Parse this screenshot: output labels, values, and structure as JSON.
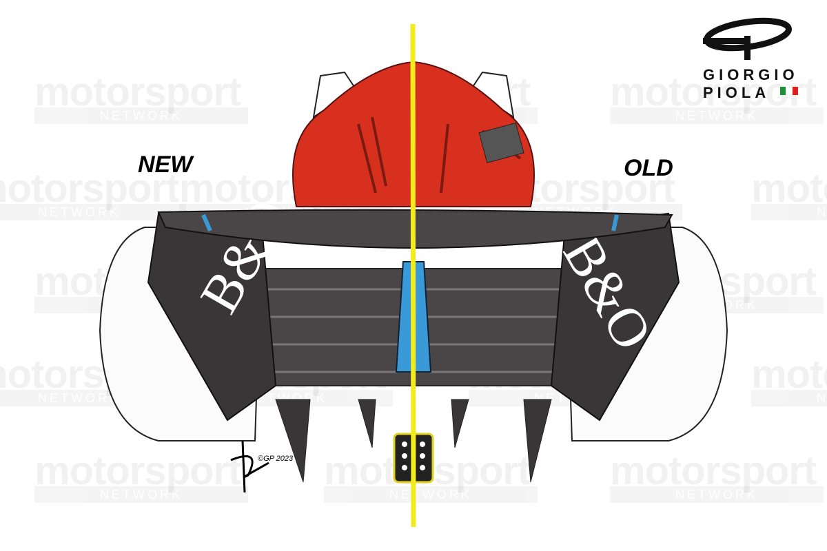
{
  "labels": {
    "left": "NEW",
    "right": "OLD"
  },
  "logo": {
    "line1": "GIORGIO",
    "line2": "PIOLA",
    "flag_colors": [
      "#1f8f3a",
      "#ffffff",
      "#e02020"
    ]
  },
  "watermark": {
    "brand": "motorsport",
    "sub": "NETWORK"
  },
  "signature": "©GP 2023",
  "sponsor": "B&O",
  "colors": {
    "divider": "#f2ec1a",
    "body": "#d8301f",
    "wing": "#3a3536",
    "accent": "#3a9ad8"
  }
}
